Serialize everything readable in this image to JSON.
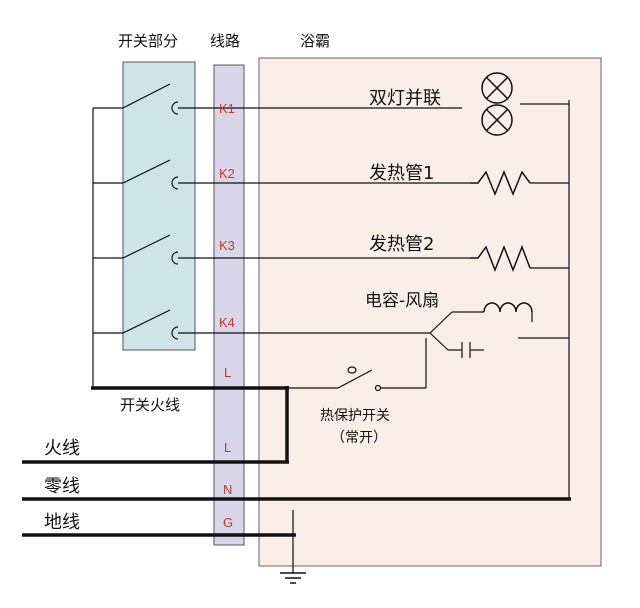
{
  "headers": {
    "switch_section": "开关部分",
    "wiring": "线路",
    "bath_heater": "浴霸"
  },
  "terminals": [
    "K1",
    "K2",
    "K3",
    "K4",
    "L",
    "L",
    "N",
    "G"
  ],
  "loads": {
    "double_lamp": "双灯并联",
    "heater_tube_1": "发热管1",
    "heater_tube_2": "发热管2",
    "capacitor_fan": "电容-风扇"
  },
  "thermal_switch": {
    "label": "热保护开关",
    "note": "（常开）"
  },
  "wires": {
    "switch_live": "开关火线",
    "live": "火线",
    "neutral": "零线",
    "ground": "地线"
  },
  "colors": {
    "switch_box_fill": "#cfe4e8",
    "terminal_strip_fill": "#d9d6ea",
    "bath_heater_fill": "#fbeee6",
    "terminal_label": "#c0392b",
    "line": "#111111"
  }
}
